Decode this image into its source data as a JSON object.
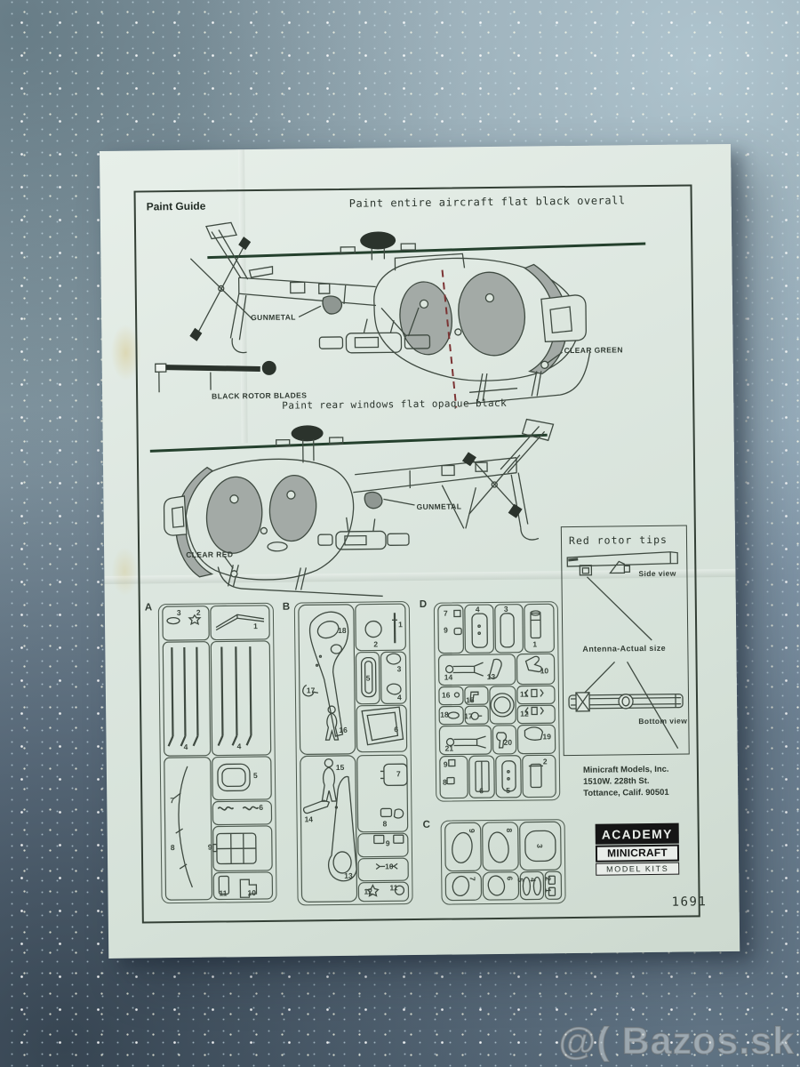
{
  "photo": {
    "watermark": "@( Bazos.sk"
  },
  "sheet": {
    "paint_guide_title": "Paint Guide",
    "header_note": "Paint entire aircraft flat black overall",
    "rear_windows_note": "Paint rear windows flat opaque black",
    "labels": {
      "gunmetal_top": "GUNMETAL",
      "clear_green": "CLEAR GREEN",
      "black_rotor_blades": "BLACK ROTOR BLADES",
      "gunmetal_bottom": "GUNMETAL",
      "clear_red": "CLEAR RED"
    },
    "rotor_tips": {
      "heading": "Red rotor tips",
      "side_view": "Side view",
      "antenna": "Antenna-Actual size",
      "bottom_view": "Bottom view"
    },
    "sprues": {
      "a": {
        "label": "A",
        "parts": [
          "3",
          "2",
          "1",
          "4",
          "4",
          "7",
          "8",
          "5",
          "6",
          "9",
          "11",
          "10"
        ]
      },
      "b": {
        "label": "B",
        "parts": [
          "18",
          "17",
          "16",
          "2",
          "1",
          "5",
          "3",
          "4",
          "6",
          "15",
          "14",
          "13",
          "7",
          "8",
          "9",
          "10",
          "12",
          "11"
        ]
      },
      "c": {
        "label": "C",
        "parts": [
          "9",
          "8",
          "3",
          "7",
          "6",
          "5",
          "4",
          "2",
          "1"
        ]
      },
      "d": {
        "label": "D",
        "parts": [
          "7",
          "9",
          "4",
          "3",
          "1",
          "14",
          "13",
          "10",
          "16",
          "15",
          "11",
          "18",
          "17",
          "12",
          "21",
          "20",
          "19",
          "9",
          "8",
          "6",
          "5",
          "2"
        ]
      }
    },
    "address": {
      "line1": "Minicraft Models, Inc.",
      "line2": "1510W. 228th St.",
      "line3": "Tottance, Calif. 90501"
    },
    "logo": {
      "line1": "ACADEMY",
      "line2": "MINICRAFT",
      "line3": "MODEL KITS"
    },
    "kit_number": "1691"
  }
}
